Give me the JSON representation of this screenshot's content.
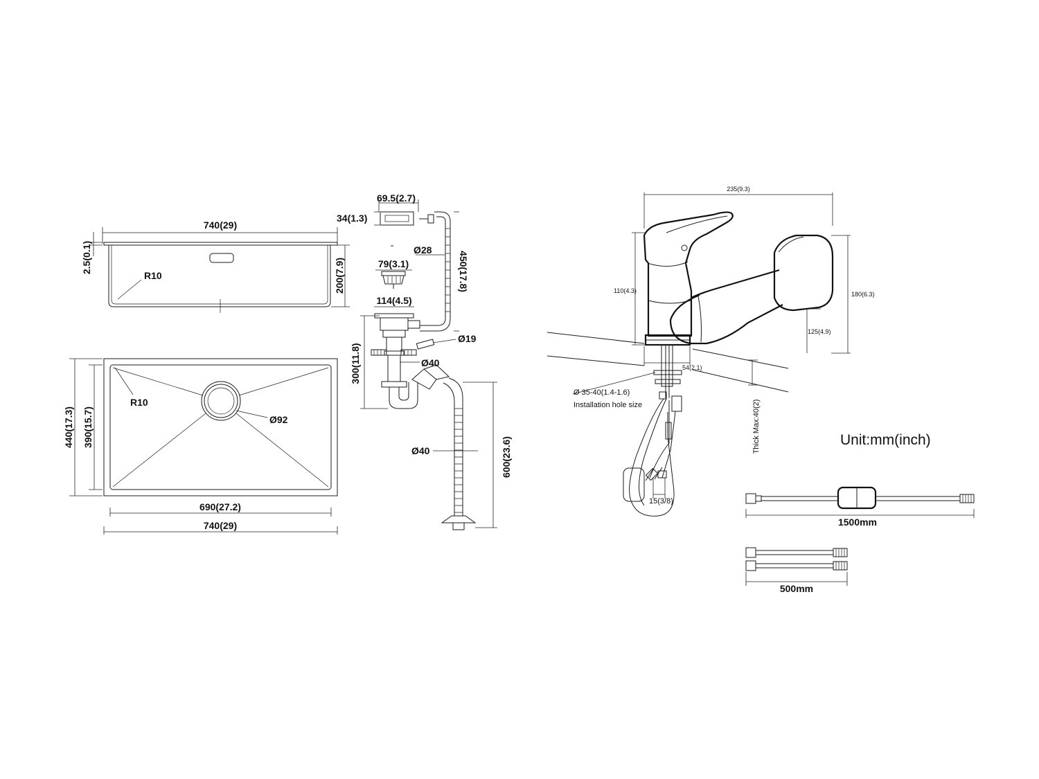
{
  "sink_side_view": {
    "width_label": "740(29)",
    "rim_label": "2.5(0.1)",
    "depth_label": "200(7.9)",
    "radius_label": "R10"
  },
  "sink_top_view": {
    "radius_label": "R10",
    "drain_label": "Ø92",
    "outer_depth_label": "440(17.3)",
    "inner_depth_label": "390(15.7)",
    "inner_width_label": "690(27.2)",
    "outer_width_label": "740(29)"
  },
  "drain_kit": {
    "overflow_width_label": "69.5(2.7)",
    "overflow_height_label": "34(1.3)",
    "hose_diameter_label": "Ø28",
    "hose_length_label": "450(17.8)",
    "basket_label": "79(3.1)",
    "flange_label": "114(4.5)",
    "connector_label": "Ø19",
    "trap_height_label": "300(11.8)",
    "trap_pipe_label": "Ø40",
    "drain_hose_label": "Ø40",
    "drain_hose_length_label": "600(23.6)"
  },
  "faucet": {
    "reach_label": "235(9.3)",
    "spout_height_label": "110(4.3)",
    "total_height_label": "180(6.3)",
    "outlet_height_label": "125(4.9)",
    "base_label": "54(2.1)",
    "hole_label": "Ø 35-40(1.4-1.6)",
    "hole_caption": "Installation hole size",
    "thread_label": "15(3/8)",
    "thickness_label": "Thick Max:40(2)"
  },
  "unit_label": "Unit:mm(inch)",
  "hoses": {
    "long_label": "1500mm",
    "short_label": "500mm"
  }
}
